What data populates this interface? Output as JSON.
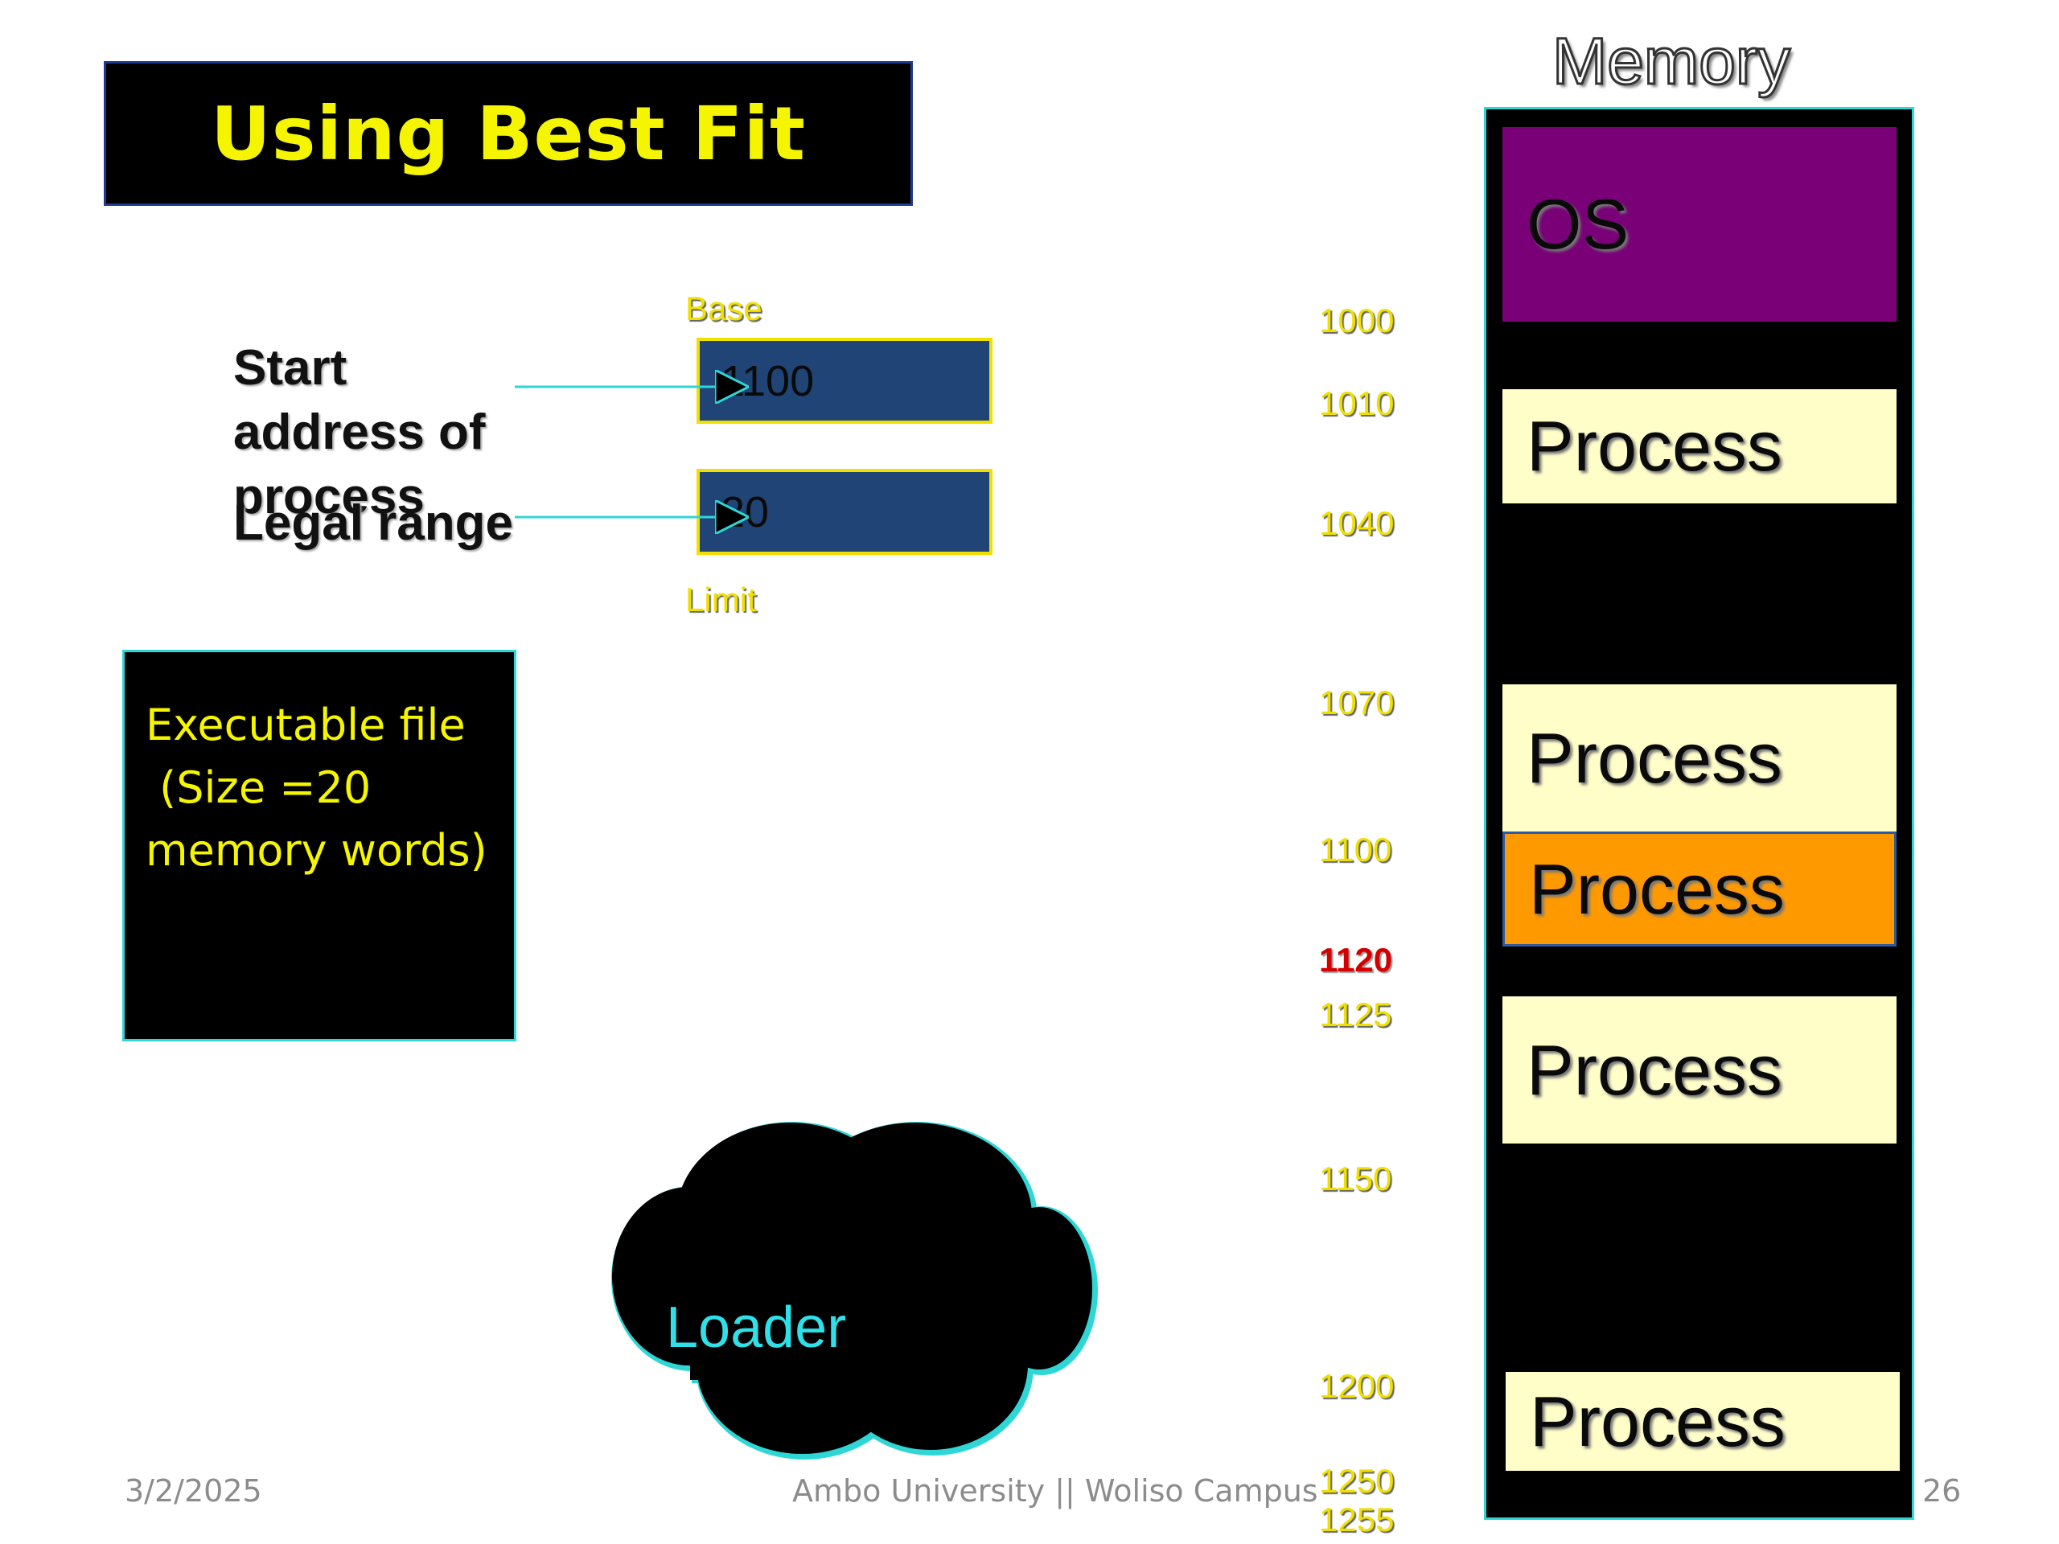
{
  "slide": {
    "title": "Using Best Fit",
    "date": "3/2/2025",
    "footer_center": "Ambo University || Woliso Campus",
    "page_number": "26"
  },
  "registers": {
    "start_label": "Start address of process",
    "legal_label": "Legal range",
    "base_caption": "Base",
    "base_value": "1100",
    "limit_caption": "Limit",
    "limit_value": "20"
  },
  "executable": {
    "lines": [
      "Executable file",
      " (Size =20",
      "memory words)"
    ]
  },
  "loader": {
    "label": "Loader"
  },
  "memory": {
    "title": "Memory",
    "blocks": [
      {
        "label": "OS",
        "type": "os"
      },
      {
        "label": "Process",
        "type": "process"
      },
      {
        "label": "Process",
        "type": "process"
      },
      {
        "label": "Process",
        "type": "process-new"
      },
      {
        "label": "Process",
        "type": "process"
      },
      {
        "label": "Process",
        "type": "process"
      }
    ],
    "addresses": [
      "1000",
      "1010",
      "1040",
      "1070",
      "1100",
      "1120",
      "1125",
      "1150",
      "1200",
      "1250",
      "1255"
    ],
    "highlight_address": "1120"
  },
  "colors": {
    "os": "#7a0078",
    "process": "#fffdc8",
    "new_process": "#ff9900",
    "label_yellow": "#f0e000",
    "accent_cyan": "#2fd6d6"
  }
}
